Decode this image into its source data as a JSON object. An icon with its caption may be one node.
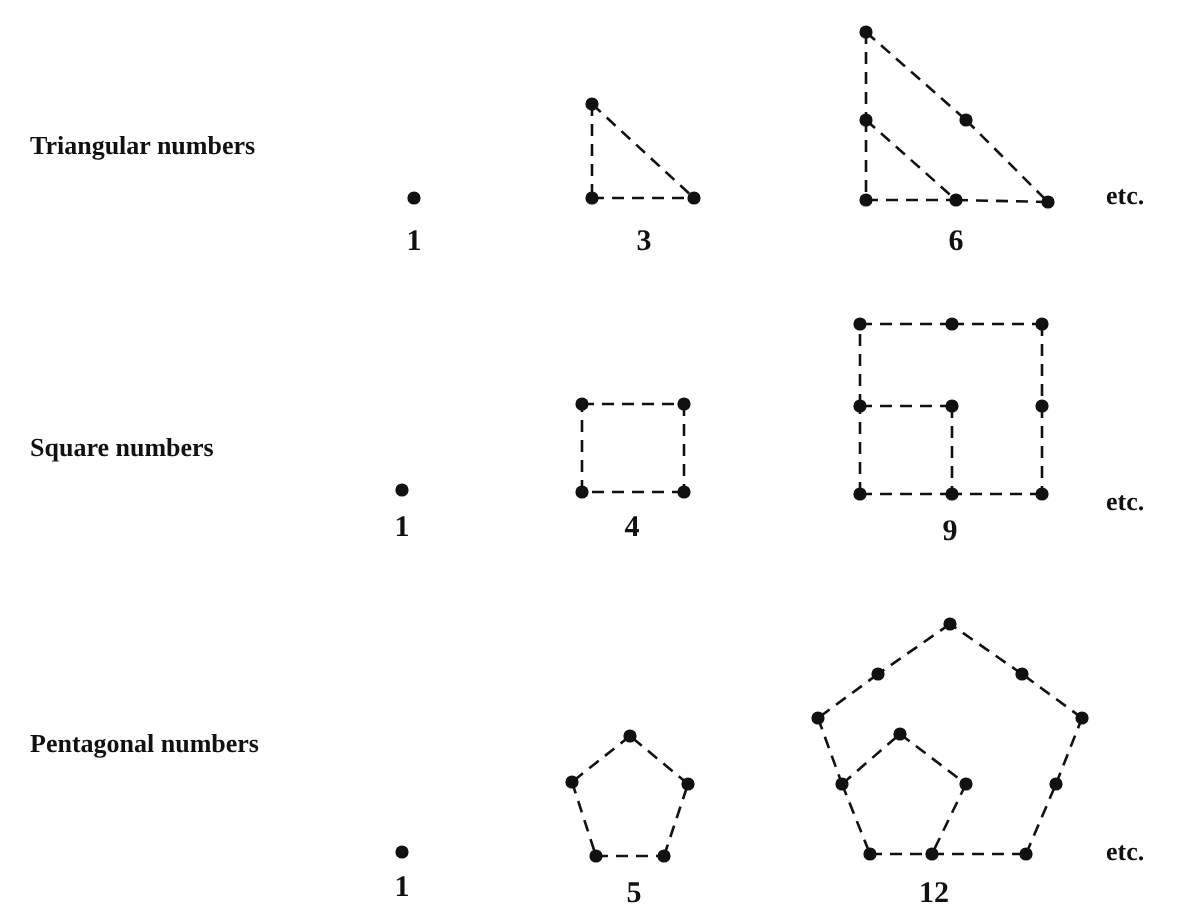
{
  "diagram": {
    "labels": [
      "Triangular numbers",
      "1",
      "3",
      "6",
      "etc.",
      "Square numbers",
      "1",
      "4",
      "9",
      "etc.",
      "Pentagonal numbers",
      "1",
      "5",
      "12",
      "etc."
    ]
  }
}
